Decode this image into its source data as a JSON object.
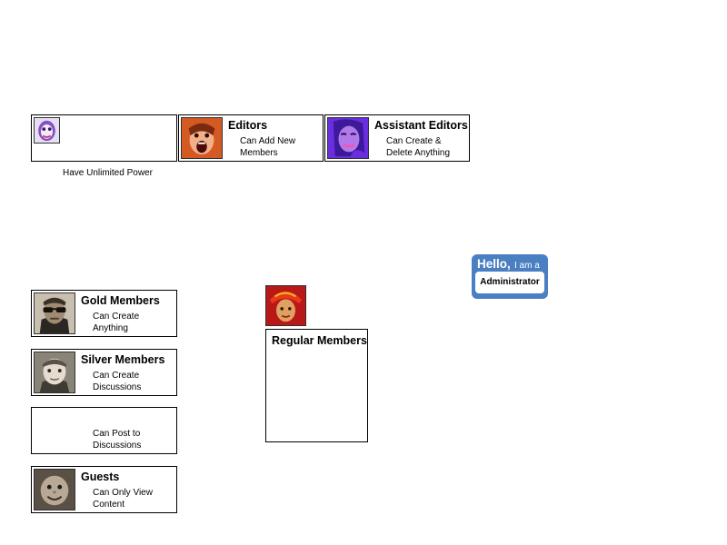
{
  "groups": {
    "admin": {
      "description": "Have Unlimited Power"
    },
    "editors": {
      "title": "Editors",
      "description": "Can Add New Members"
    },
    "assistant_editors": {
      "title": "Assistant Editors",
      "description": "Can Create & Delete Anything"
    },
    "gold_members": {
      "title": "Gold Members",
      "description": "Can Create Anything"
    },
    "silver_members": {
      "title": "Silver Members",
      "description": "Can Create Discussions"
    },
    "bronze_members": {
      "description": "Can Post to Discussions"
    },
    "guests": {
      "title": "Guests",
      "description": "Can Only View Content"
    },
    "regular_members": {
      "title": "Regular Members"
    }
  },
  "hello_badge": {
    "greeting": "Hello,",
    "subtitle": "I am a",
    "role": "Administrator",
    "color": "#4a7fc1"
  },
  "icons": {
    "admin": "purple-face-avatar-icon",
    "editors": "screaming-woman-avatar-icon",
    "assistant_editors": "purple-woman-avatar-icon",
    "regular_members": "boy-red-hat-avatar-icon",
    "gold_members": "man-sunglasses-avatar-icon",
    "silver_members": "child-photo-avatar-icon",
    "guests": "baby-photo-avatar-icon"
  }
}
